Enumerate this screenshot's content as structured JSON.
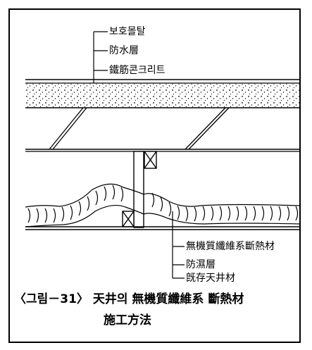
{
  "labels": {
    "protect_mortar": "보호몰탈",
    "waterproof": "防水層",
    "rc_slab": "鐵筋콘크리트",
    "insulation": "無機質纖維系斷熱材",
    "vapor_barrier": "防濕層",
    "ceiling": "旣存天井材"
  },
  "caption": {
    "line1": "〈그림－31〉 天井의 無機質纖維系 斷熱材",
    "line2": "施工方法"
  }
}
